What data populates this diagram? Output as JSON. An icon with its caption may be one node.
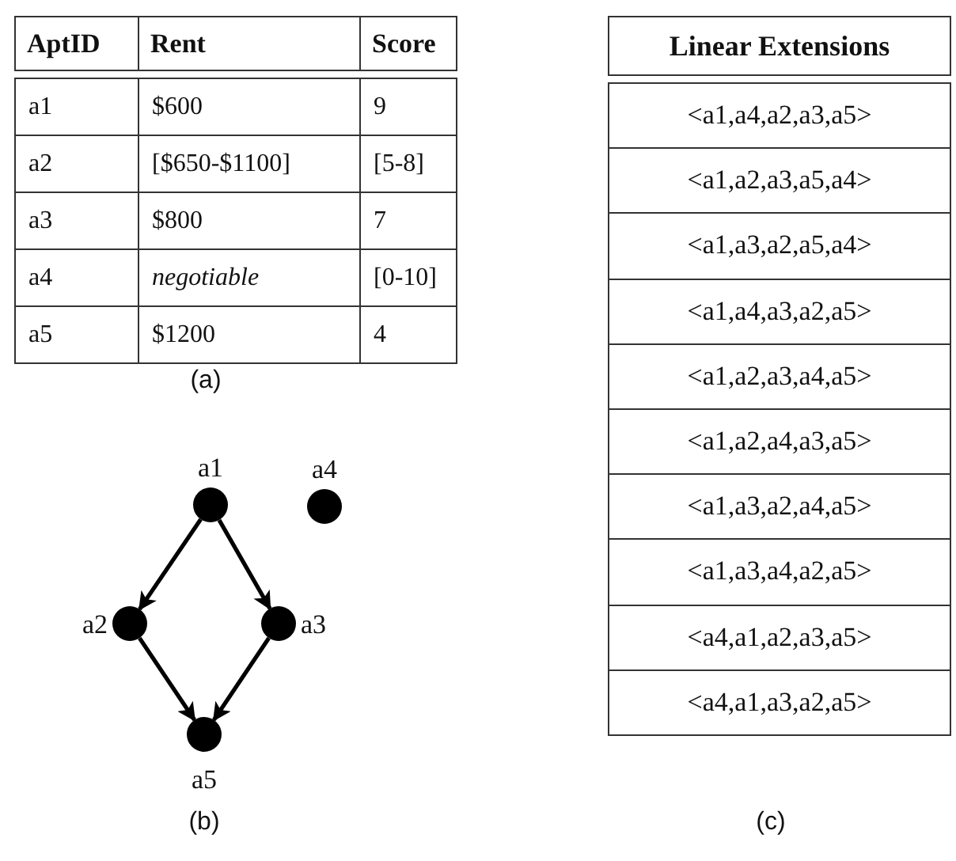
{
  "diagram": {
    "nodes": [
      {
        "text": [
          "a1"
        ]
      },
      {
        "text": [
          "a4"
        ]
      },
      {
        "text": [
          "a2"
        ]
      },
      {
        "text": [
          "a3"
        ]
      },
      {
        "text": [
          "a5"
        ]
      }
    ],
    "edges": [
      {
        "from": 0,
        "to": 2,
        "arrow": "to"
      },
      {
        "from": 0,
        "to": 3,
        "arrow": "to"
      },
      {
        "from": 2,
        "to": 4,
        "arrow": "to"
      },
      {
        "from": 3,
        "to": 4,
        "arrow": "to"
      }
    ],
    "labels": [
      "AptID",
      "Rent",
      "Score",
      "a1",
      "$600",
      "9",
      "a2",
      "[$650-$1100]",
      "[5-8]",
      "a3",
      "$800",
      "7",
      "a4",
      "negotiable",
      "[0-10]",
      "a5",
      "$1200",
      "4",
      "(a)",
      "Linear Extensions",
      "<a1,a4,a2,a3,a5>",
      "<a1,a2,a3,a5,a4>",
      "<a1,a3,a2,a5,a4>",
      "<a1,a4,a3,a2,a5>",
      "<a1,a2,a3,a4,a5>",
      "<a1,a2,a4,a3,a5>",
      "<a1,a3,a2,a4,a5>",
      "<a1,a3,a4,a2,a5>",
      "<a4,a1,a2,a3,a5>",
      "<a4,a1,a3,a2,a5>",
      "(b)",
      "(c)"
    ]
  }
}
